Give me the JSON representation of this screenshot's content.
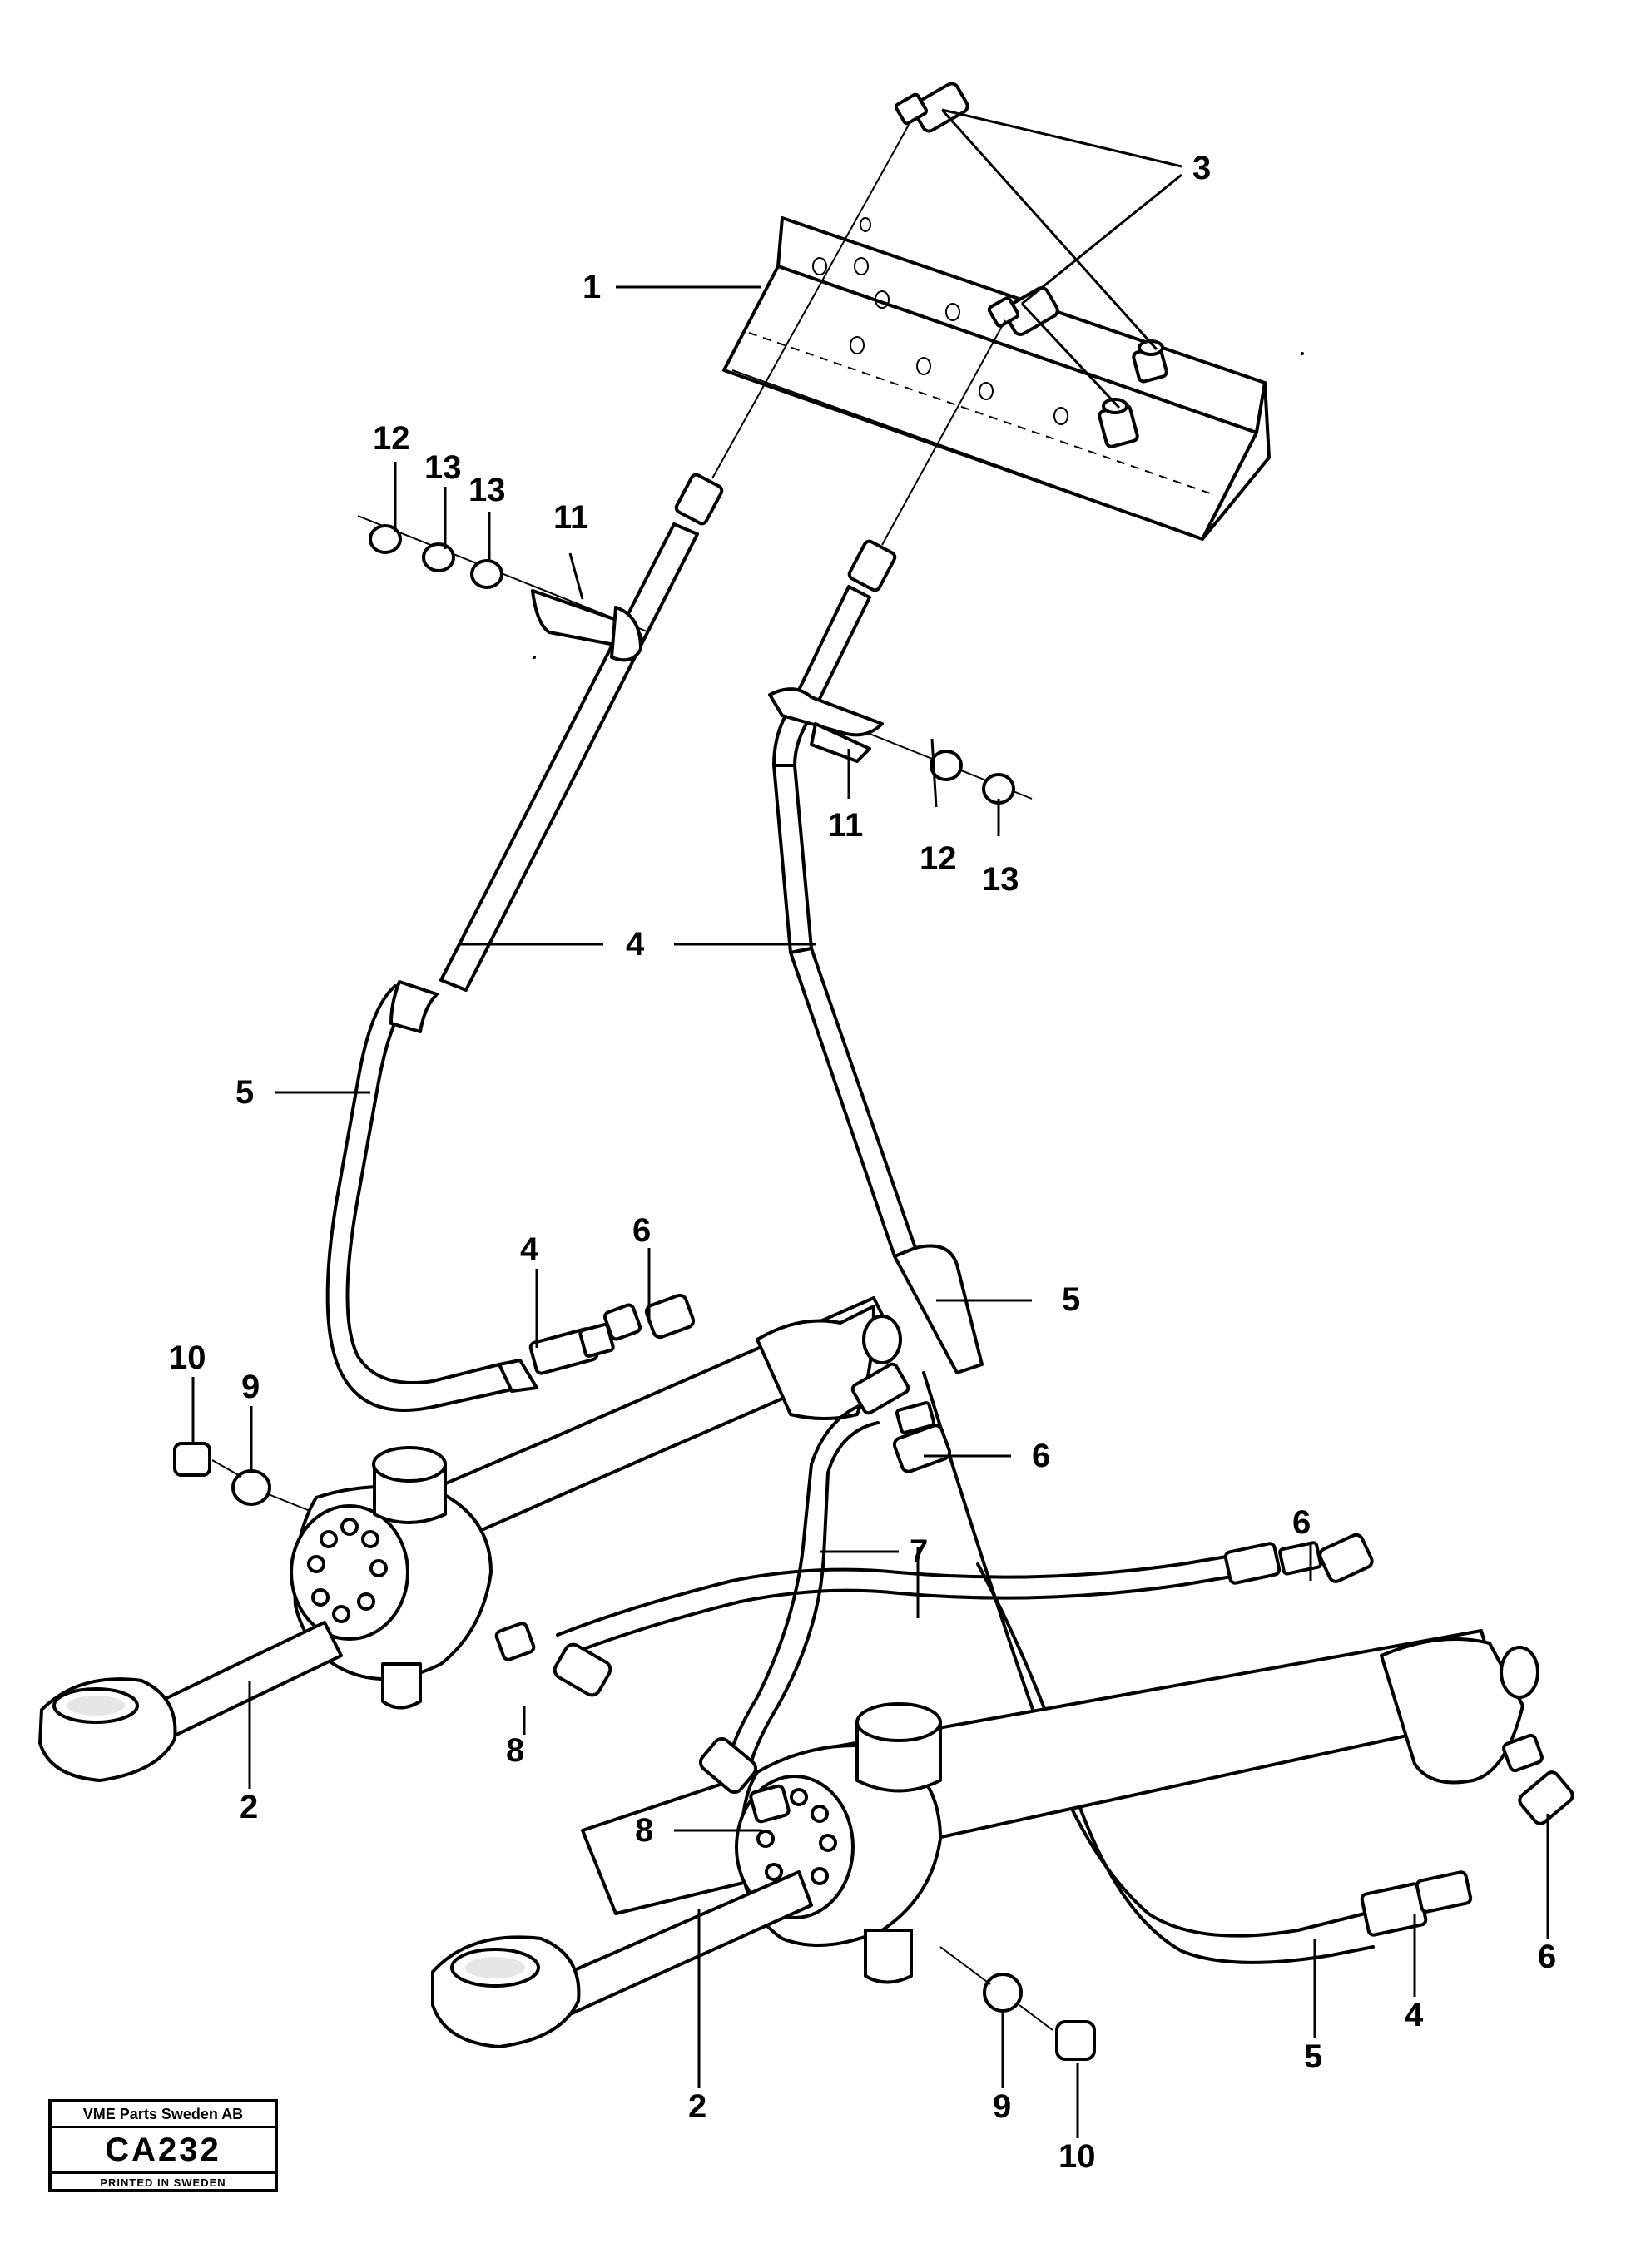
{
  "callouts": {
    "c1": "1",
    "c2a": "2",
    "c2b": "2",
    "c3": "3",
    "c4a": "4",
    "c4b": "4",
    "c4c": "4",
    "c5a": "5",
    "c5b": "5",
    "c5c": "5",
    "c6a": "6",
    "c6b": "6",
    "c6c": "6",
    "c6d": "6",
    "c7": "7",
    "c8a": "8",
    "c8b": "8",
    "c9a": "9",
    "c9b": "9",
    "c10a": "10",
    "c10b": "10",
    "c11a": "11",
    "c11b": "11",
    "c12a": "12",
    "c12b": "12",
    "c13a": "13",
    "c13b": "13",
    "c13c": "13"
  },
  "badge": {
    "company": "VME Parts Sweden AB",
    "code": "CA232",
    "printed": "PRINTED IN SWEDEN"
  }
}
